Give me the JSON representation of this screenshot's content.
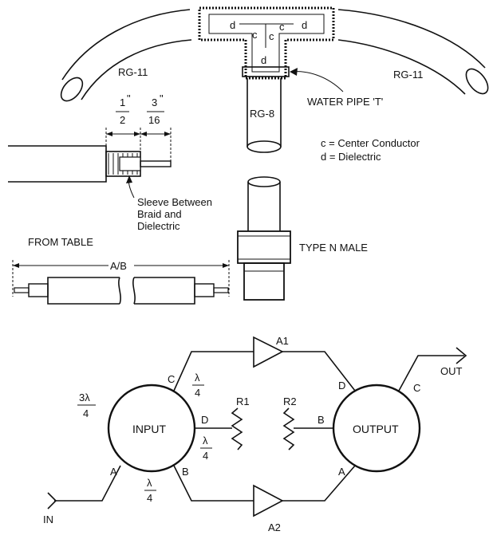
{
  "labels": {
    "rg11_left": "RG-11",
    "rg11_right": "RG-11",
    "d_left": "d",
    "d_right": "d",
    "d_stem": "d",
    "c_1": "c",
    "c_2": "c",
    "c_3": "c",
    "rg8": "RG-8",
    "water_pipe": "WATER PIPE 'T'",
    "legend_c": "c = Center Conductor",
    "legend_d": "d = Dielectric",
    "dim1_num": "1",
    "dim1_quote": "\"",
    "dim1_den": "2",
    "dim2_num": "3",
    "dim2_quote": "\"",
    "dim2_den": "16",
    "sleeve_1": "Sleeve Between",
    "sleeve_2": "Braid and",
    "sleeve_3": "Dielectric",
    "type_n": "TYPE N MALE",
    "from_table": "FROM TABLE",
    "ab": "A/B",
    "input": "INPUT",
    "output": "OUTPUT",
    "a1": "A1",
    "a2": "A2",
    "r1": "R1",
    "r2": "R2",
    "in": "IN",
    "out": "OUT",
    "port_c_in": "C",
    "port_d_in": "D",
    "port_a_in": "A",
    "port_b_in": "B",
    "port_d_out": "D",
    "port_c_out": "C",
    "port_b_out": "B",
    "port_a_out": "A",
    "frac_lambda": "λ",
    "frac_4": "4",
    "frac_3lambda": "3λ"
  }
}
